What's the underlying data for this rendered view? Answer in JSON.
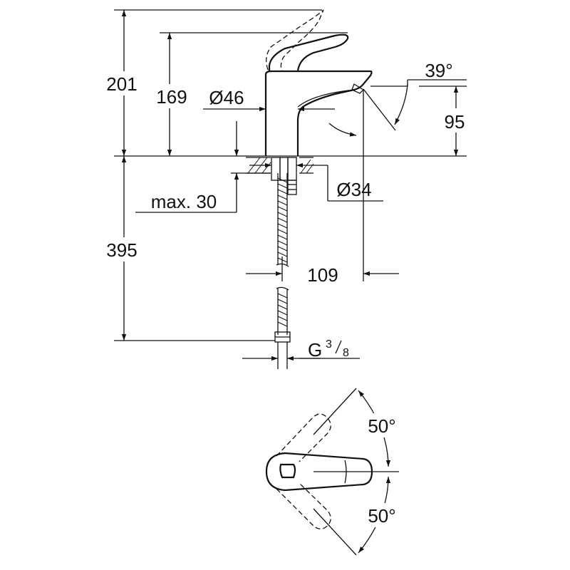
{
  "dimensions": {
    "total_height": "201",
    "spout_height": "169",
    "body_diameter": "Ø46",
    "spout_angle": "39°",
    "outlet_height": "95",
    "mounting_hole": "Ø34",
    "max_thickness": "max. 30",
    "hose_length": "395",
    "projection": "109",
    "connection_letter": "G",
    "connection_num": "3",
    "connection_den": "8",
    "swing_upper": "50°",
    "swing_lower": "50°"
  }
}
